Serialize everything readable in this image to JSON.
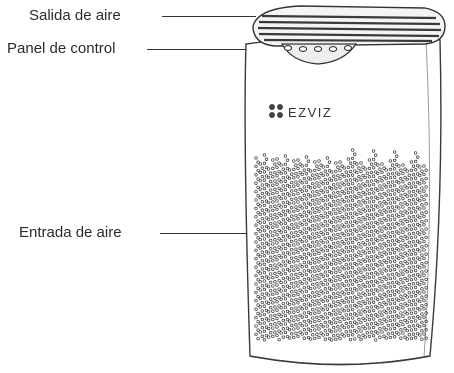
{
  "labels": {
    "outlet": "Salida de aire",
    "panel": "Panel de control",
    "inlet": "Entrada de aire"
  },
  "brand": "EZVIZ",
  "control_buttons": 5
}
